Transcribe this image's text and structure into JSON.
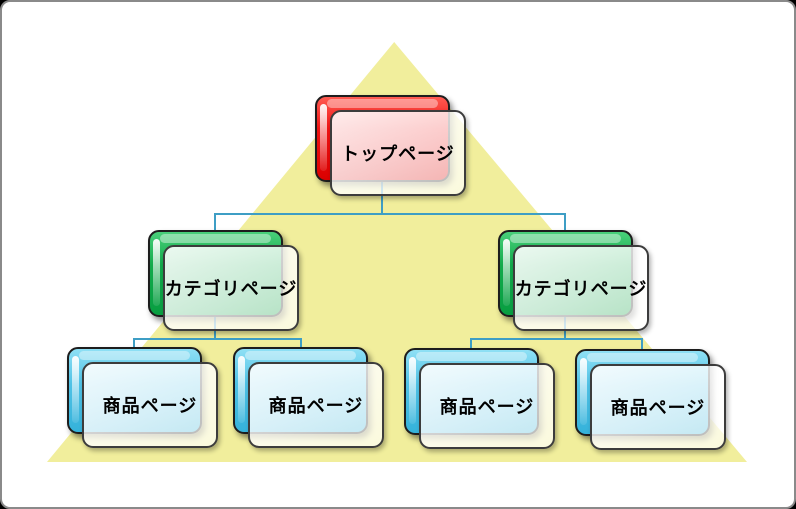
{
  "diagram": {
    "type": "site-hierarchy-pyramid",
    "colors": {
      "triangle": "#F1EE9C",
      "connector": "#3E9EC5",
      "top_node": "#EE1111",
      "category_node": "#12AA4B",
      "product_node": "#4FC2E6",
      "label_panel": "rgba(255,255,255,0.8)"
    },
    "nodes": {
      "top": {
        "label": "トップページ"
      },
      "categories": [
        {
          "label": "カテゴリページ"
        },
        {
          "label": "カテゴリページ"
        }
      ],
      "products": [
        {
          "label": "商品ページ"
        },
        {
          "label": "商品ページ"
        },
        {
          "label": "商品ページ"
        },
        {
          "label": "商品ページ"
        }
      ]
    }
  }
}
